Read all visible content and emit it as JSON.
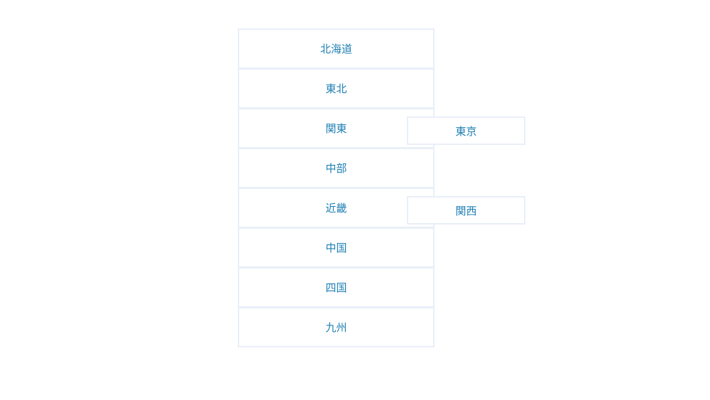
{
  "menu": {
    "items": [
      {
        "label": "北海道"
      },
      {
        "label": "東北"
      },
      {
        "label": "関東"
      },
      {
        "label": "中部"
      },
      {
        "label": "近畿"
      },
      {
        "label": "中国"
      },
      {
        "label": "四国"
      },
      {
        "label": "九州"
      }
    ]
  },
  "submenus": {
    "kanto": {
      "label": "東京"
    },
    "kinki": {
      "label": "関西"
    }
  },
  "colors": {
    "text": "#1f7fb3",
    "border": "#e9eff8",
    "background": "#ffffff"
  }
}
